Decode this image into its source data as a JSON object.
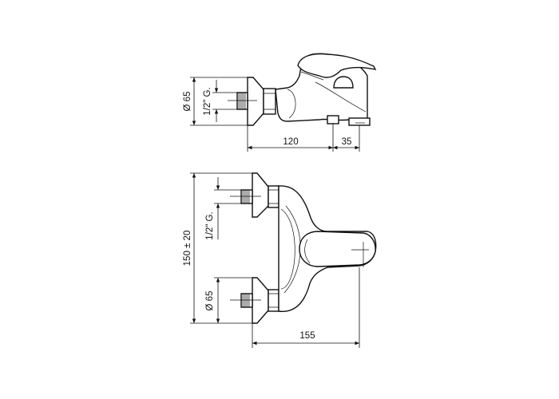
{
  "side_view": {
    "diameter_label": "Ø 65",
    "thread_label": "1/2\" G.",
    "length_label": "120",
    "spout_label": "35"
  },
  "top_view": {
    "centers_label": "150 ± 20",
    "thread_label": "1/2\" G.",
    "diameter_label": "Ø 65",
    "depth_label": "155"
  }
}
